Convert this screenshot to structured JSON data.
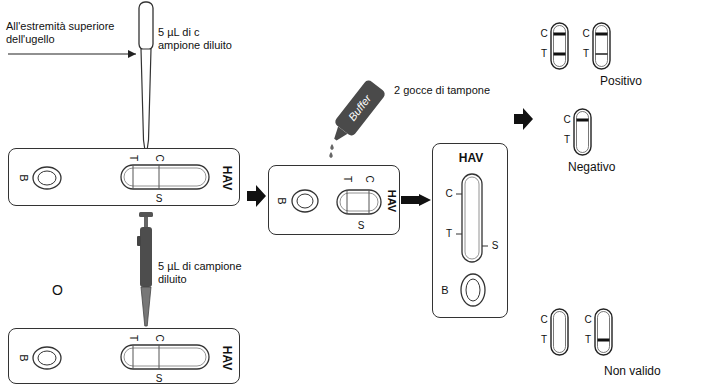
{
  "diagram": {
    "nodes": [
      {
        "text": [
          "B",
          "T",
          "C",
          "S",
          "HAV"
        ]
      },
      {
        "text": [
          "B",
          "T",
          "C",
          "S",
          "HAV"
        ]
      },
      {
        "text": [
          "Buffer"
        ]
      },
      {
        "text": [
          "B",
          "T",
          "C",
          "S",
          "HAV"
        ]
      },
      {
        "text": [
          "HAV",
          "C",
          "T",
          "S",
          "B"
        ]
      },
      {
        "text": [
          "C",
          "T"
        ]
      },
      {
        "text": [
          "C",
          "T"
        ]
      },
      {
        "text": [
          "C",
          "T"
        ]
      },
      {
        "text": [
          "C",
          "T"
        ]
      },
      {
        "text": [
          "C",
          "T"
        ]
      }
    ],
    "edges": [
      {
        "from": 3,
        "to": 4,
        "arrow": "to"
      }
    ],
    "labels": [
      "All'estremità superiore dell'ugello",
      "5 µL di c ampione diluito",
      "O",
      "5 µL di campione diluito",
      "2 gocce di tampone",
      "Positivo",
      "Negativo",
      "Non valido"
    ]
  }
}
